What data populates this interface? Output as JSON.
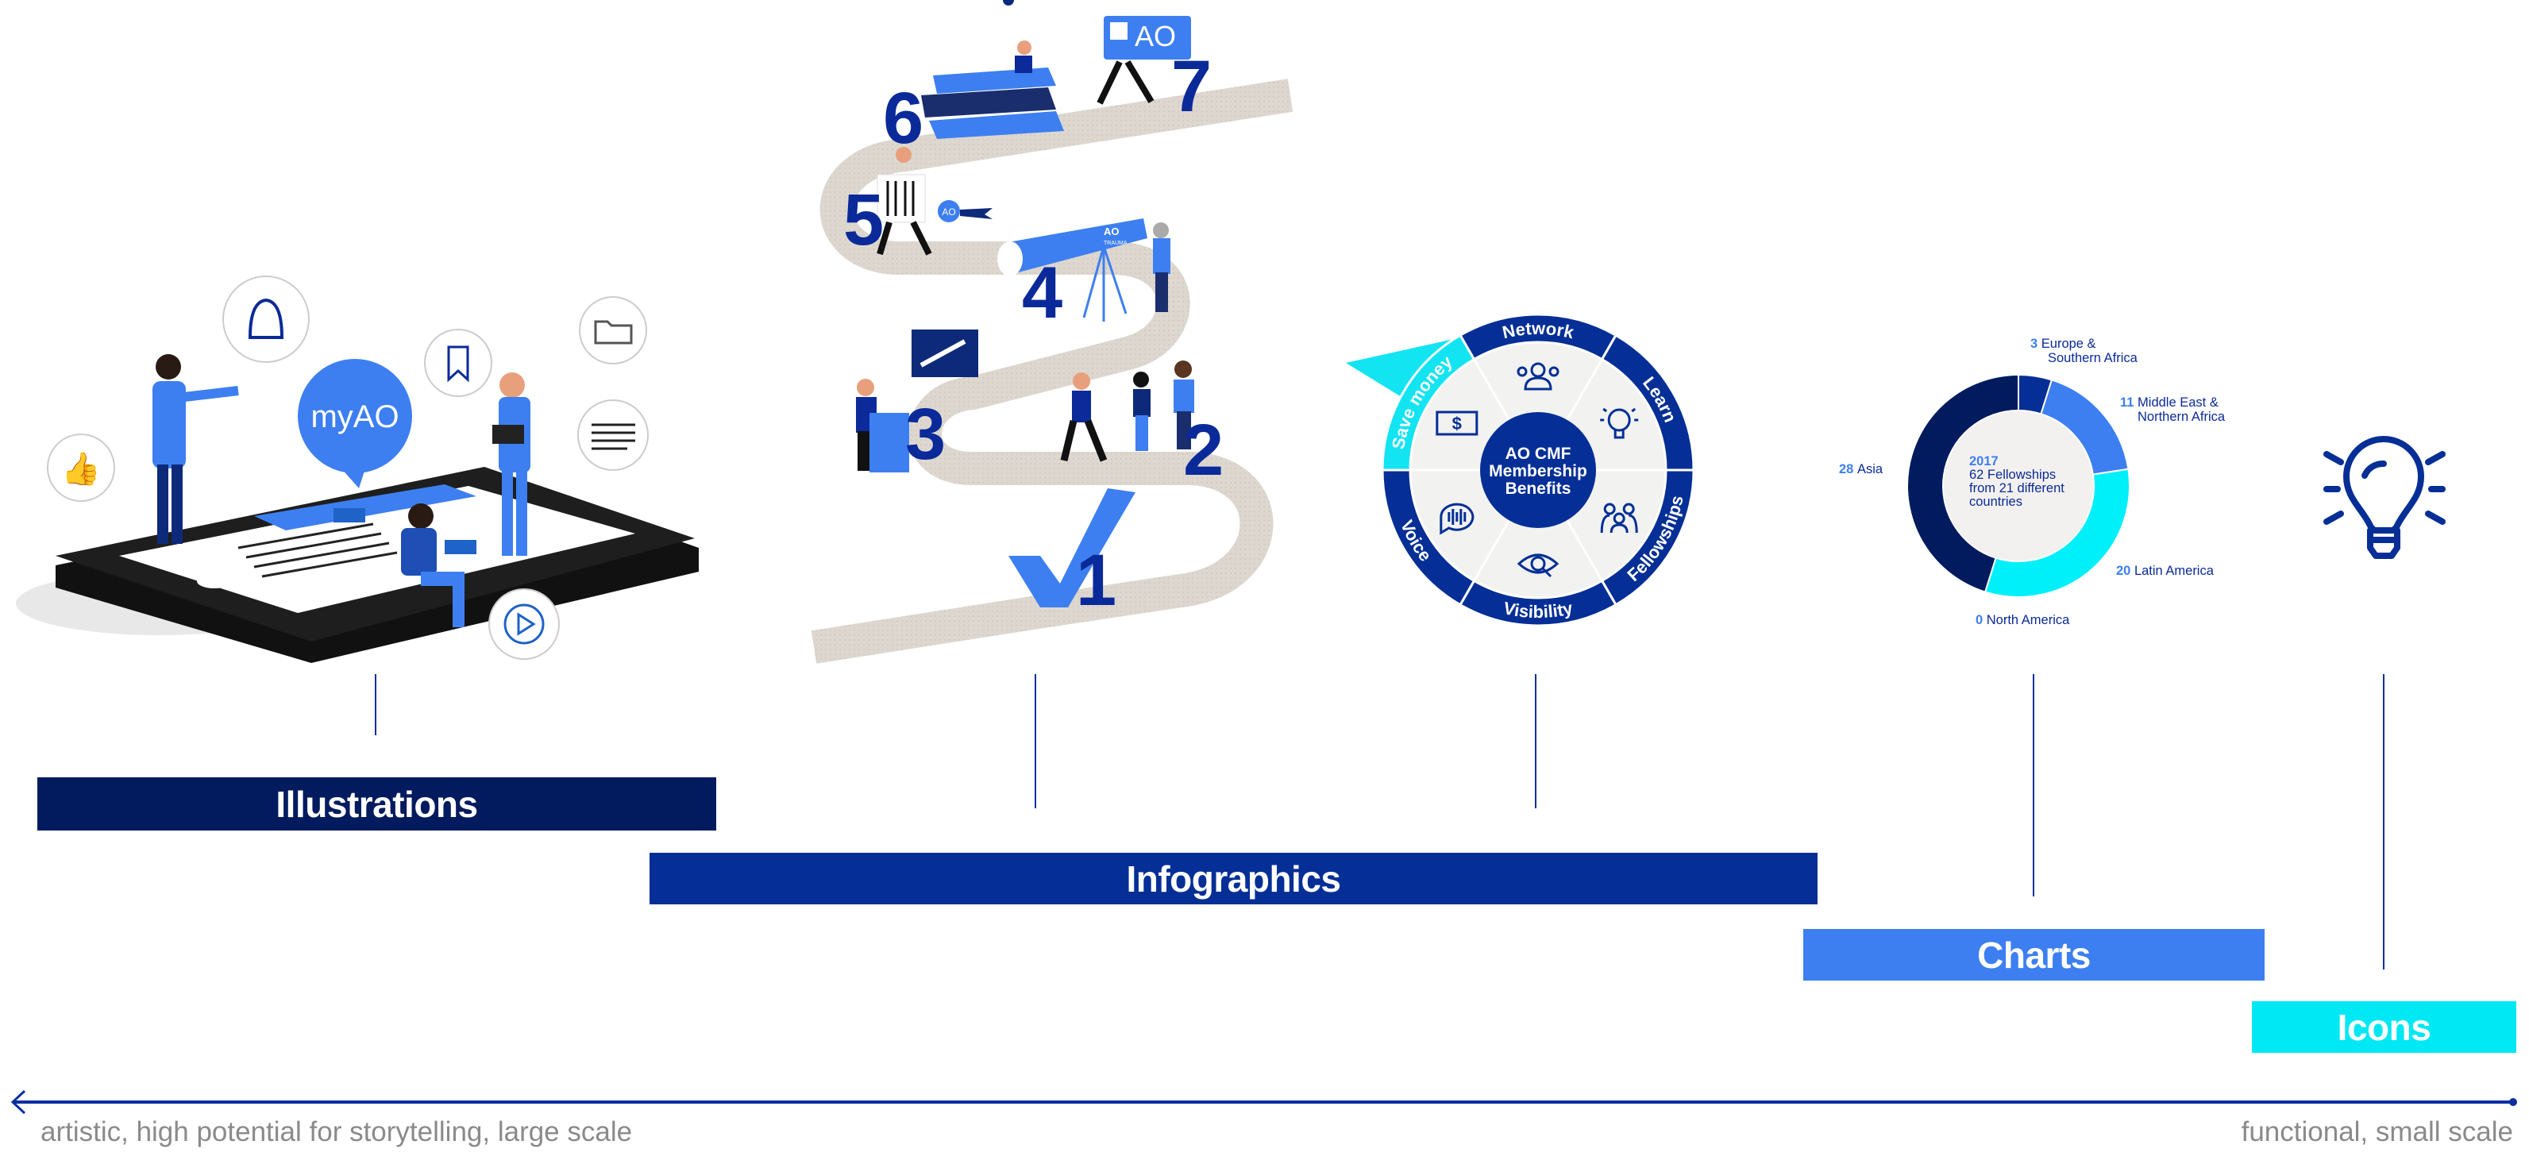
{
  "categories": {
    "illustrations": "Illustrations",
    "infographics": "Infographics",
    "charts": "Charts",
    "icons": "Icons"
  },
  "colors": {
    "illustrations": "#021b5e",
    "infographics": "#052f96",
    "charts": "#3d7ff0",
    "icons": "#00e8f4",
    "axis": "#0a2fa0",
    "road": "#ddd7d0"
  },
  "axis": {
    "left_label": "artistic, high potential for storytelling, large scale",
    "right_label": "functional, small scale"
  },
  "illustration": {
    "bubble_label": "myAO"
  },
  "infographic": {
    "steps": [
      "1",
      "2",
      "3",
      "4",
      "5",
      "6",
      "7"
    ],
    "card_label": "AO",
    "telescope_label": "AO",
    "telescope_sublabel": "TRAUMA",
    "ribbon_label": "AO"
  },
  "wheel": {
    "center_lines": [
      "AO CMF",
      "Membership",
      "Benefits"
    ],
    "segments": [
      {
        "label": "Network",
        "icon": "people-group-icon",
        "highlighted": false
      },
      {
        "label": "Learn",
        "icon": "lightbulb-icon",
        "highlighted": false
      },
      {
        "label": "Fellowships",
        "icon": "puzzle-people-icon",
        "highlighted": false
      },
      {
        "label": "Visibility",
        "icon": "eye-search-icon",
        "highlighted": false
      },
      {
        "label": "Voice",
        "icon": "speech-soundwave-icon",
        "highlighted": false
      },
      {
        "label": "Save money",
        "icon": "dollar-bill-icon",
        "highlighted": true
      }
    ]
  },
  "chart_data": {
    "type": "pie",
    "variant": "donut",
    "categories": [
      "Europe & Southern Africa",
      "Middle East & Northern Africa",
      "Latin America",
      "North America",
      "Asia"
    ],
    "label_lines": [
      [
        "Europe &",
        "Southern Africa"
      ],
      [
        "Middle East &",
        "Northern Africa"
      ],
      [
        "Latin America"
      ],
      [
        "North America"
      ],
      [
        "Asia"
      ]
    ],
    "values": [
      3,
      11,
      20,
      0,
      28
    ],
    "colors": [
      "#052f96",
      "#3d7ff0",
      "#00f0fa",
      "#00c8e0",
      "#021b5e"
    ],
    "center_text": {
      "year": "2017",
      "lines": [
        "62 Fellowships",
        "from 21 different",
        "countries"
      ]
    }
  },
  "icon_example": {
    "icon": "lightbulb-icon"
  }
}
